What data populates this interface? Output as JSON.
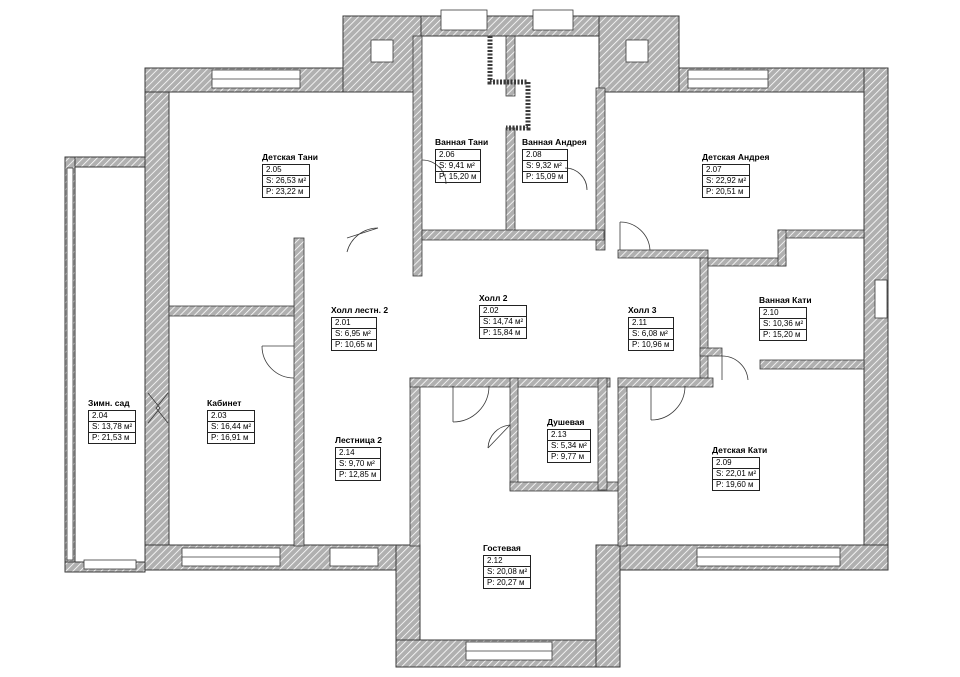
{
  "rooms": [
    {
      "id": "r205",
      "name": "Детская Тани",
      "num": "2.05",
      "area": "S: 26,53 м²",
      "perimeter": "P: 23,22 м"
    },
    {
      "id": "r206",
      "name": "Ванная Тани",
      "num": "2.06",
      "area": "S: 9,41 м²",
      "perimeter": "P: 15,20 м"
    },
    {
      "id": "r208",
      "name": "Ванная Андрея",
      "num": "2.08",
      "area": "S: 9,32 м²",
      "perimeter": "P: 15,09 м"
    },
    {
      "id": "r207",
      "name": "Детская Андрея",
      "num": "2.07",
      "area": "S: 22,92 м²",
      "perimeter": "P: 20,51 м"
    },
    {
      "id": "r201",
      "name": "Холл лестн. 2",
      "num": "2.01",
      "area": "S: 6,95 м²",
      "perimeter": "P: 10,65 м"
    },
    {
      "id": "r202",
      "name": "Холл 2",
      "num": "2.02",
      "area": "S: 14,74 м²",
      "perimeter": "P: 15,84 м"
    },
    {
      "id": "r211",
      "name": "Холл 3",
      "num": "2.11",
      "area": "S: 6,08 м²",
      "perimeter": "P: 10,96 м"
    },
    {
      "id": "r210",
      "name": "Ванная Кати",
      "num": "2.10",
      "area": "S: 10,36 м²",
      "perimeter": "P: 15,20 м"
    },
    {
      "id": "r204",
      "name": "Зимн. сад",
      "num": "2.04",
      "area": "S: 13,78 м²",
      "perimeter": "P: 21,53 м"
    },
    {
      "id": "r203",
      "name": "Кабинет",
      "num": "2.03",
      "area": "S: 16,44 м²",
      "perimeter": "P: 16,91 м"
    },
    {
      "id": "r214",
      "name": "Лестница 2",
      "num": "2.14",
      "area": "S: 9,70 м²",
      "perimeter": "P: 12,85 м"
    },
    {
      "id": "r213",
      "name": "Душевая",
      "num": "2.13",
      "area": "S: 5,34 м²",
      "perimeter": "P: 9,77 м"
    },
    {
      "id": "r209",
      "name": "Детская Кати",
      "num": "2.09",
      "area": "S: 22,01 м²",
      "perimeter": "P: 19,60 м"
    },
    {
      "id": "r212",
      "name": "Гостевая",
      "num": "2.12",
      "area": "S: 20,08 м²",
      "perimeter": "P: 20,27 м"
    }
  ],
  "colors": {
    "wall": "#b3b3b3",
    "wall_stroke": "#444444",
    "hatch": "#ffffff",
    "window": "#ffffff",
    "background": "#ffffff"
  }
}
